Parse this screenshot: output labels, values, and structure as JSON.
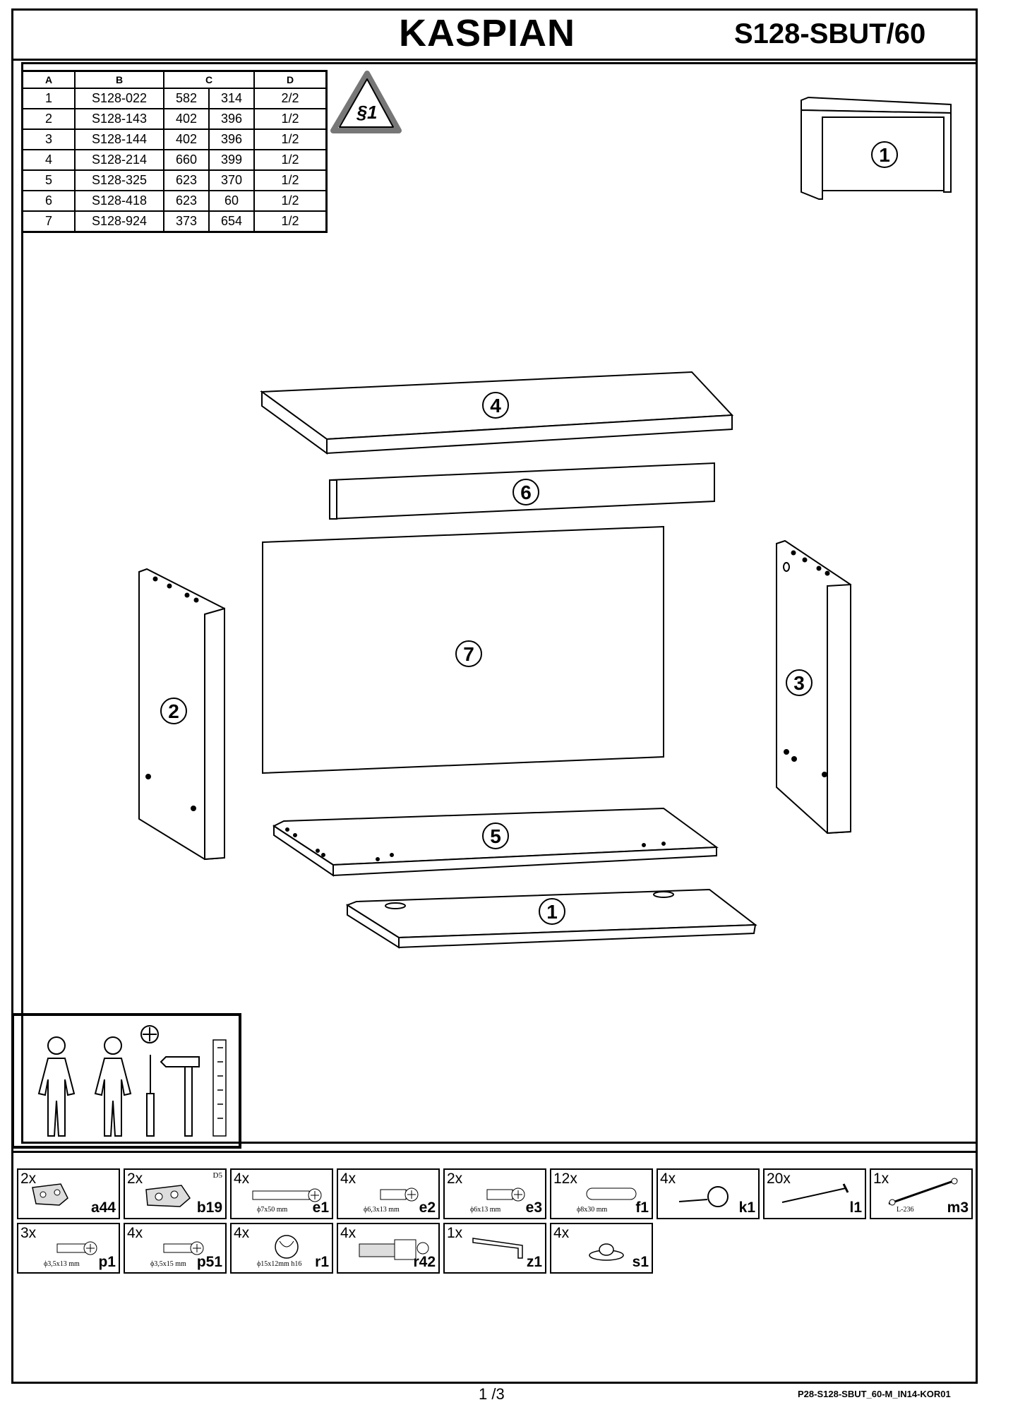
{
  "header": {
    "title": "KASPIAN",
    "code": "S128-SBUT/60"
  },
  "parts_table": {
    "headers": [
      "A",
      "B",
      "C",
      "D"
    ],
    "rows": [
      [
        "1",
        "S128-022",
        "582",
        "314",
        "2/2"
      ],
      [
        "2",
        "S128-143",
        "402",
        "396",
        "1/2"
      ],
      [
        "3",
        "S128-144",
        "402",
        "396",
        "1/2"
      ],
      [
        "4",
        "S128-214",
        "660",
        "399",
        "1/2"
      ],
      [
        "5",
        "S128-325",
        "623",
        "370",
        "1/2"
      ],
      [
        "6",
        "S128-418",
        "623",
        "60",
        "1/2"
      ],
      [
        "7",
        "S128-924",
        "373",
        "654",
        "1/2"
      ]
    ]
  },
  "warning_sign": {
    "label": "§1"
  },
  "parts_labels": {
    "preview": "1",
    "top": "4",
    "rail": "6",
    "back": "7",
    "left_side": "2",
    "right_side": "3",
    "shelf": "5",
    "bottom": "1"
  },
  "hardware": [
    {
      "qty": "2x",
      "id": "a44",
      "dim": "",
      "icon": "hinge-icon"
    },
    {
      "qty": "2x",
      "id": "b19",
      "dim": "",
      "extra": "D5",
      "icon": "hinge-plate-icon"
    },
    {
      "qty": "4x",
      "id": "e1",
      "dim": "ϕ7x50 mm",
      "icon": "confirmat-screw-icon"
    },
    {
      "qty": "4x",
      "id": "e2",
      "dim": "ϕ6,3x13 mm",
      "icon": "euro-screw-icon"
    },
    {
      "qty": "2x",
      "id": "e3",
      "dim": "ϕ6x13 mm",
      "icon": "euro-screw-icon"
    },
    {
      "qty": "12x",
      "id": "f1",
      "dim": "ϕ8x30 mm",
      "icon": "dowel-icon"
    },
    {
      "qty": "4x",
      "id": "k1",
      "dim": "",
      "icon": "pin-icon"
    },
    {
      "qty": "20x",
      "id": "l1",
      "dim": "",
      "icon": "nail-icon"
    },
    {
      "qty": "1x",
      "id": "m3",
      "dim": "L-236",
      "icon": "handle-icon"
    },
    {
      "qty": "3x",
      "id": "p1",
      "dim": "ϕ3,5x13 mm",
      "icon": "wood-screw-icon"
    },
    {
      "qty": "4x",
      "id": "p51",
      "dim": "ϕ3,5x15 mm",
      "icon": "wood-screw-icon"
    },
    {
      "qty": "4x",
      "id": "r1",
      "dim": "ϕ15x12mm h16",
      "icon": "cam-lock-icon"
    },
    {
      "qty": "4x",
      "id": "r42",
      "dim": "",
      "icon": "cam-bolt-icon"
    },
    {
      "qty": "1x",
      "id": "z1",
      "dim": "",
      "icon": "hex-key-icon"
    },
    {
      "qty": "4x",
      "id": "s1",
      "dim": "",
      "icon": "glide-icon"
    }
  ],
  "footer": {
    "page": "1 /3",
    "doc_ref": "P28-S128-SBUT_60-M_IN14-KOR01"
  }
}
